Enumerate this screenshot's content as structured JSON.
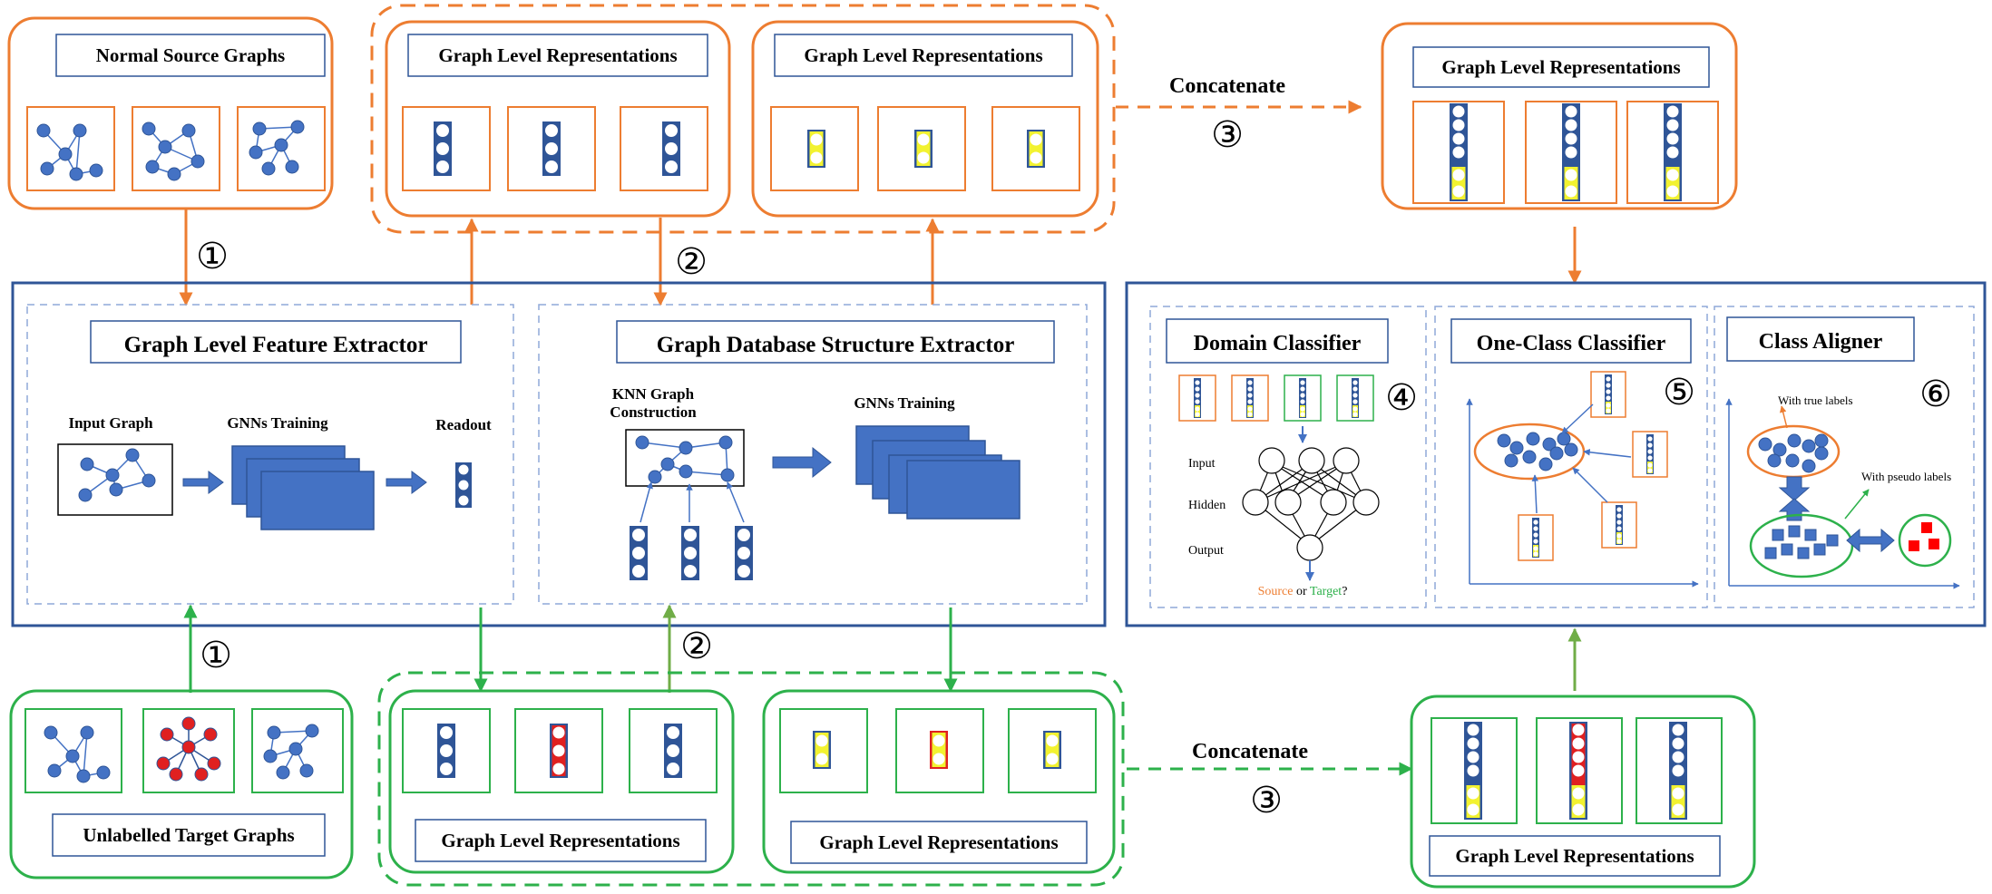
{
  "colors": {
    "orange": "#ED7D31",
    "green": "#2DB14B",
    "navy": "#2F5597",
    "node_blue": "#4472C4",
    "node_red": "#E02020",
    "yellow": "#F2F230",
    "dash_blue": "#8FA9D9",
    "arrow_blue": "#4472C4",
    "arrow_olive": "#70AD47"
  },
  "source": {
    "title": "Normal Source Graphs",
    "rep_title_1": "Graph Level Representations",
    "rep_title_2": "Graph Level Representations",
    "concat_label": "Concatenate",
    "concat_step": "③",
    "concat_title": "Graph Level Representations",
    "step_1": "①",
    "step_2": "②"
  },
  "target": {
    "title": "Unlabelled Target Graphs",
    "rep_title_1": "Graph Level Representations",
    "rep_title_2": "Graph Level Representations",
    "concat_label": "Concatenate",
    "concat_step": "③",
    "concat_title": "Graph Level Representations",
    "step_1": "①",
    "step_2": "②"
  },
  "extractor": {
    "feature_title": "Graph Level Feature Extractor",
    "input_graph": "Input Graph",
    "gnn_training": "GNNs Training",
    "readout": "Readout",
    "structure_title": "Graph Database Structure Extractor",
    "knn_line1": "KNN Graph",
    "knn_line2": "Construction",
    "gnn_training_2": "GNNs Training"
  },
  "classifiers": {
    "domain_title": "Domain Classifier",
    "domain_step": "④",
    "input": "Input",
    "hidden": "Hidden",
    "output": "Output",
    "source_word": "Source",
    "or_word": " or ",
    "target_word": "Target",
    "question": "?",
    "oneclass_title": "One-Class Classifier",
    "oneclass_step": "⑤",
    "aligner_title": "Class Aligner",
    "aligner_step": "⑥",
    "true_labels": "With true labels",
    "pseudo_labels": "With pseudo labels"
  }
}
